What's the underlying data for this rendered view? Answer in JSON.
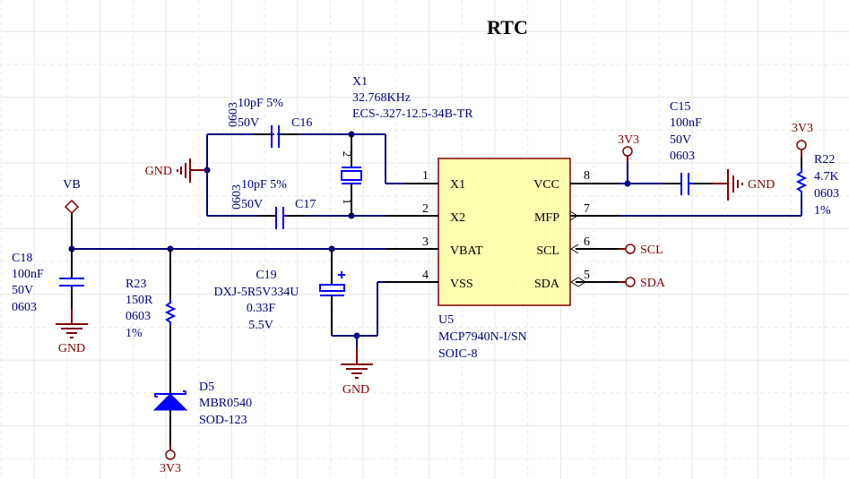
{
  "title": "RTC",
  "colors": {
    "wire": "#000080",
    "component": "#0000ff",
    "power": "#800000",
    "ic_fill": "#ffffb0",
    "ic_border": "#800000",
    "grid": "#ebe8e2"
  },
  "components": {
    "x1": {
      "ref": "X1",
      "value": "32.768KHz",
      "part": "ECS-.327-12.5-34B-TR",
      "pin_top": "2",
      "pin_bottom": "1",
      "icon": "crystal-icon"
    },
    "c16": {
      "ref": "C16",
      "value": "10pF 5%",
      "voltage": "50V",
      "package": "0603",
      "icon": "capacitor-icon"
    },
    "c17": {
      "ref": "C17",
      "value": "10pF 5%",
      "voltage": "50V",
      "package": "0603",
      "icon": "capacitor-icon"
    },
    "c15": {
      "ref": "C15",
      "value": "100nF",
      "voltage": "50V",
      "package": "0603",
      "icon": "capacitor-icon"
    },
    "c18": {
      "ref": "C18",
      "value": "100nF",
      "voltage": "50V",
      "package": "0603",
      "icon": "capacitor-icon"
    },
    "c19": {
      "ref": "C19",
      "part": "DXJ-5R5V334U",
      "value": "0.33F",
      "voltage": "5.5V",
      "icon": "polarized-capacitor-icon"
    },
    "r22": {
      "ref": "R22",
      "value": "4.7K",
      "package": "0603",
      "tolerance": "1%",
      "icon": "resistor-icon"
    },
    "r23": {
      "ref": "R23",
      "value": "150R",
      "package": "0603",
      "tolerance": "1%",
      "icon": "resistor-icon"
    },
    "d5": {
      "ref": "D5",
      "part": "MBR0540",
      "package": "SOD-123",
      "icon": "schottky-diode-icon"
    },
    "u5": {
      "ref": "U5",
      "part": "MCP7940N-I/SN",
      "package": "SOIC-8",
      "left_pins": [
        {
          "num": "1",
          "name": "X1"
        },
        {
          "num": "2",
          "name": "X2"
        },
        {
          "num": "3",
          "name": "VBAT"
        },
        {
          "num": "4",
          "name": "VSS"
        }
      ],
      "right_pins": [
        {
          "num": "8",
          "name": "VCC"
        },
        {
          "num": "7",
          "name": "MFP"
        },
        {
          "num": "6",
          "name": "SCL"
        },
        {
          "num": "5",
          "name": "SDA"
        }
      ]
    }
  },
  "power_ports": {
    "gnd_crystal": "GND",
    "gnd_c15": "GND",
    "gnd_c18": "GND",
    "gnd_c19": "GND",
    "vcc_u5": "3V3",
    "vcc_r22": "3V3",
    "vcc_d5": "3V3"
  },
  "net_ports": {
    "vb": "VB",
    "scl": "SCL",
    "sda": "SDA"
  }
}
